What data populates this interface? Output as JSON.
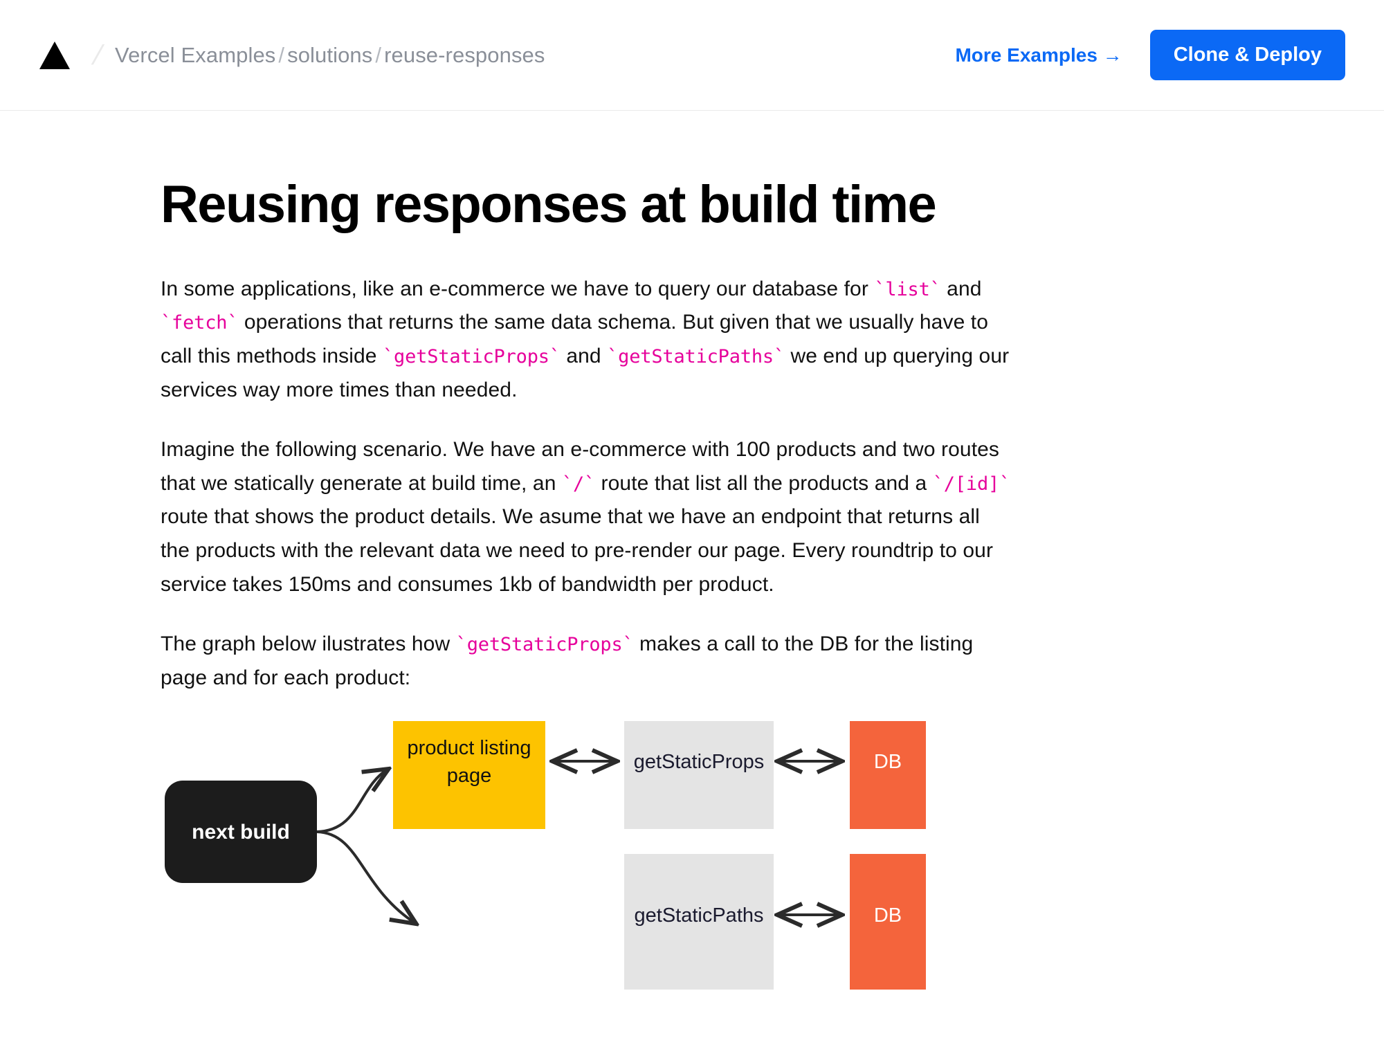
{
  "header": {
    "logo_icon": "vercel-triangle-icon",
    "separator": "/",
    "breadcrumb": {
      "root": "Vercel Examples",
      "sep1": "/",
      "section": "solutions",
      "sep2": "/",
      "current": "reuse-responses"
    },
    "more_examples_label": "More Examples →",
    "clone_deploy_label": "Clone & Deploy",
    "accent_color": "#0b69f5",
    "breadcrumb_color": "#8a8f98"
  },
  "article": {
    "title": "Reusing responses at build time",
    "paragraphs": {
      "p1": {
        "t1": "In some applications, like an e-commerce we have to query our database for ",
        "c1": "`list`",
        "t2": " and ",
        "c2": "`fetch`",
        "t3": " operations that returns the same data schema. But given that we usually have to call this methods inside ",
        "c3": "`getStaticProps`",
        "t4": " and ",
        "c4": "`getStaticPaths`",
        "t5": " we end up querying our services way more times than needed."
      },
      "p2": {
        "t1": "Imagine the following scenario. We have an e-commerce with 100 products and two routes that we statically generate at build time, an ",
        "c1": "`/`",
        "t2": " route that list all the products and a ",
        "c2": "`/[id]`",
        "t3": " route that shows the product details. We asume that we have an endpoint that returns all the products with the relevant data we need to pre-render our page. Every roundtrip to our service takes 150ms and consumes 1kb of bandwidth per product."
      },
      "p3": {
        "t1": "The graph below ilustrates how ",
        "c1": "`getStaticProps`",
        "t2": " makes a call to the DB for the listing page and for each product:"
      }
    },
    "code_color": "#e6009b"
  },
  "diagram": {
    "type": "flow",
    "nodes": [
      {
        "id": "next-build",
        "label": "next build",
        "fill": "#1c1c1c",
        "text_color": "#ffffff",
        "shape": "rounded"
      },
      {
        "id": "product-listing-page",
        "label_line1": "product listing",
        "label_line2": "page",
        "fill": "#FDC300",
        "text_color": "#111111",
        "shape": "rect"
      },
      {
        "id": "get-static-props",
        "label": "getStaticProps",
        "fill": "#e4e4e4",
        "text_color": "#1a1a2e",
        "shape": "rect"
      },
      {
        "id": "db-top",
        "label": "DB",
        "fill": "#F4643C",
        "text_color": "#ffffff",
        "shape": "rect"
      },
      {
        "id": "get-static-paths",
        "label": "getStaticPaths",
        "fill": "#e4e4e4",
        "text_color": "#1a1a2e",
        "shape": "rect"
      },
      {
        "id": "db-bottom",
        "label": "DB",
        "fill": "#F4643C",
        "text_color": "#ffffff",
        "shape": "rect"
      }
    ],
    "edges": [
      {
        "from": "next-build",
        "to": "product-listing-page",
        "style": "curve",
        "direction": "forward"
      },
      {
        "from": "product-listing-page",
        "to": "get-static-props",
        "style": "straight",
        "direction": "both"
      },
      {
        "from": "get-static-props",
        "to": "db-top",
        "style": "straight",
        "direction": "both"
      },
      {
        "from": "next-build",
        "to": "get-static-paths",
        "style": "curve",
        "direction": "forward"
      },
      {
        "from": "get-static-paths",
        "to": "db-bottom",
        "style": "straight",
        "direction": "both"
      }
    ],
    "stroke_color": "#2b2b2b"
  }
}
